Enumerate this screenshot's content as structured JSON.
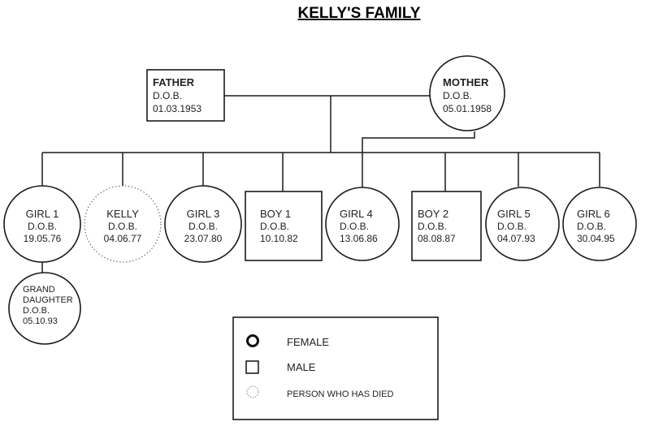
{
  "title": "KELLY'S FAMILY",
  "parents": {
    "father": {
      "name": "FATHER",
      "dob_label": "D.O.B.",
      "dob": "01.03.1953",
      "shape": "square"
    },
    "mother": {
      "name": "MOTHER",
      "dob_label": "D.O.B.",
      "dob": "05.01.1958",
      "shape": "circle"
    }
  },
  "children": [
    {
      "name": "GIRL 1",
      "dob_label": "D.O.B.",
      "dob": "19.05.76",
      "shape": "circle"
    },
    {
      "name": "KELLY",
      "dob_label": "D.O.B.",
      "dob": "04.06.77",
      "shape": "circle-dotted"
    },
    {
      "name": "GIRL 3",
      "dob_label": "D.O.B.",
      "dob": "23.07.80",
      "shape": "circle"
    },
    {
      "name": "BOY 1",
      "dob_label": "D.O.B.",
      "dob": "10.10.82",
      "shape": "square"
    },
    {
      "name": "GIRL 4",
      "dob_label": "D.O.B.",
      "dob": "13.06.86",
      "shape": "circle"
    },
    {
      "name": "BOY 2",
      "dob_label": "D.O.B.",
      "dob": "08.08.87",
      "shape": "square"
    },
    {
      "name": "GIRL 5",
      "dob_label": "D.O.B.",
      "dob": "04.07.93",
      "shape": "circle"
    },
    {
      "name": "GIRL 6",
      "dob_label": "D.O.B.",
      "dob": "30.04.95",
      "shape": "circle"
    }
  ],
  "grandchild": {
    "name_line1": "GRAND",
    "name_line2": "DAUGHTER",
    "dob_label": "D.O.B.",
    "dob": "05.10.93",
    "shape": "circle"
  },
  "legend": {
    "female": "FEMALE",
    "male": "MALE",
    "died": "PERSON WHO HAS DIED"
  }
}
